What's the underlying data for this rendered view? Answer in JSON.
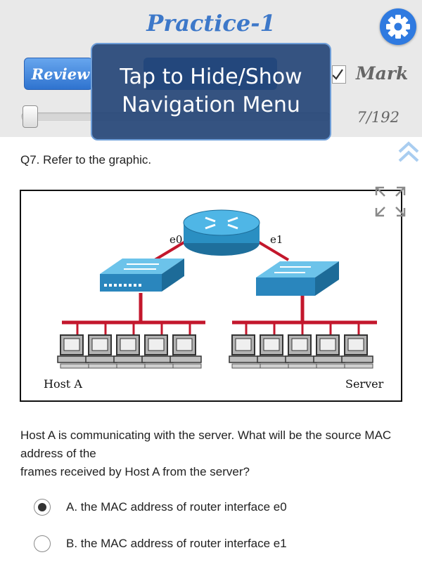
{
  "header": {
    "title": "Practice-1",
    "review_label": "Review",
    "mark_label": "Mark",
    "mark_checked": true,
    "counter": "7/192",
    "progress": {
      "current": 7,
      "total": 192
    },
    "accent_color": "#3d78c9"
  },
  "overlay": {
    "line1": "Tap to Hide/Show",
    "line2": "Navigation Menu"
  },
  "question": {
    "title": "Q7. Refer to the graphic.",
    "figure": {
      "label_e0": "e0",
      "label_e1": "e1",
      "label_host": "Host A",
      "label_server": "Server"
    },
    "text_lines": [
      "Host A is communicating with the server. What will be the source MAC address of the",
      "frames received by Host A from the server?"
    ],
    "options": [
      {
        "label": "A. the MAC address of router interface e0",
        "selected": true
      },
      {
        "label": "B. the MAC address of router interface e1",
        "selected": false
      }
    ]
  },
  "icons": {
    "settings": "gear-icon",
    "collapse": "double-chevron-up-icon",
    "expand": "expand-icon"
  }
}
